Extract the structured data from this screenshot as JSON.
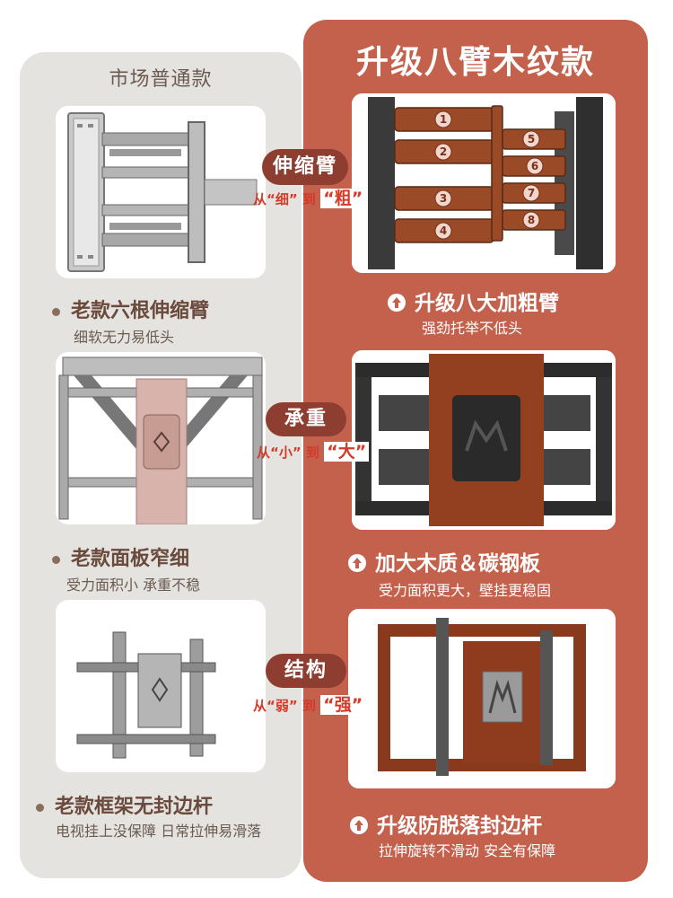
{
  "left": {
    "title": "市场普通款",
    "items": [
      {
        "head": "老款六根伸缩臂",
        "sub": "细软无力易低头"
      },
      {
        "head": "老款面板窄细",
        "sub": "受力面积小  承重不稳"
      },
      {
        "head": "老款框架无封边杆",
        "sub": "电视挂上没保障  日常拉伸易滑落"
      }
    ]
  },
  "right": {
    "title": "升级八臂木纹款",
    "items": [
      {
        "head": "升级八大加粗臂",
        "sub": "强劲托举不低头"
      },
      {
        "head": "加大木质＆碳钢板",
        "sub": "受力面积更大，壁挂更稳固"
      },
      {
        "head": "升级防脱落封边杆",
        "sub": "拉伸旋转不滑动  安全有保障"
      }
    ]
  },
  "comparisons": [
    {
      "label": "伸缩臂",
      "from": "从",
      "a": "“细”",
      "to": "到",
      "b": "“粗”"
    },
    {
      "label": "承重",
      "from": "从",
      "a": "“小”",
      "to": "到",
      "b": "“大”"
    },
    {
      "label": "结构",
      "from": "从",
      "a": "“弱”",
      "to": "到",
      "b": "“强”"
    }
  ],
  "arm_numbers": [
    "1",
    "2",
    "3",
    "4",
    "5",
    "6",
    "7",
    "8"
  ],
  "colors": {
    "accent": "#c4614d",
    "wood": "#b05a30",
    "pill": "#8e3e30",
    "highlight": "#d33a2a"
  }
}
